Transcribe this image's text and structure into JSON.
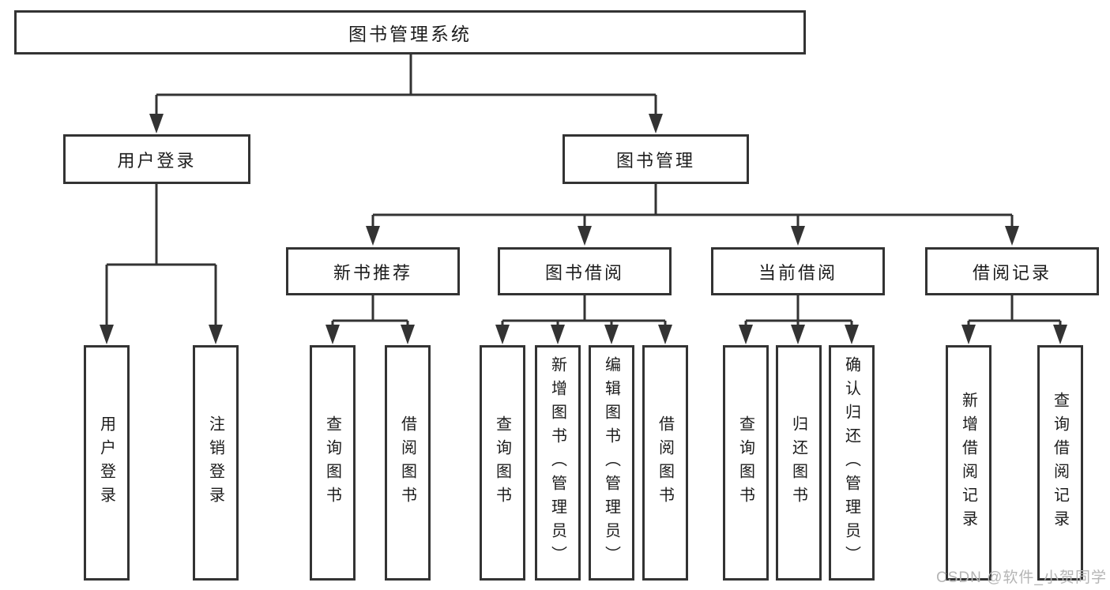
{
  "tree": {
    "label": "图书管理系统",
    "children": [
      {
        "label": "用户登录",
        "children": [
          {
            "label": "用户登录"
          },
          {
            "label": "注销登录"
          }
        ]
      },
      {
        "label": "图书管理",
        "children": [
          {
            "label": "新书推荐",
            "children": [
              {
                "label": "查询图书"
              },
              {
                "label": "借阅图书"
              }
            ]
          },
          {
            "label": "图书借阅",
            "children": [
              {
                "label": "查询图书"
              },
              {
                "label": "新增图书（管理员）"
              },
              {
                "label": "编辑图书（管理员）"
              },
              {
                "label": "借阅图书"
              }
            ]
          },
          {
            "label": "当前借阅",
            "children": [
              {
                "label": "查询图书"
              },
              {
                "label": "归还图书"
              },
              {
                "label": "确认归还（管理员）"
              }
            ]
          },
          {
            "label": "借阅记录",
            "children": [
              {
                "label": "新增借阅记录"
              },
              {
                "label": "查询借阅记录"
              }
            ]
          }
        ]
      }
    ]
  },
  "watermark": {
    "text": "CSDN @软件_小贺同学"
  },
  "colors": {
    "line": "#333333",
    "box_border": "#333333",
    "box_background": "#ffffff",
    "text": "#1c1c1c",
    "watermark": "#b5b5b5"
  }
}
